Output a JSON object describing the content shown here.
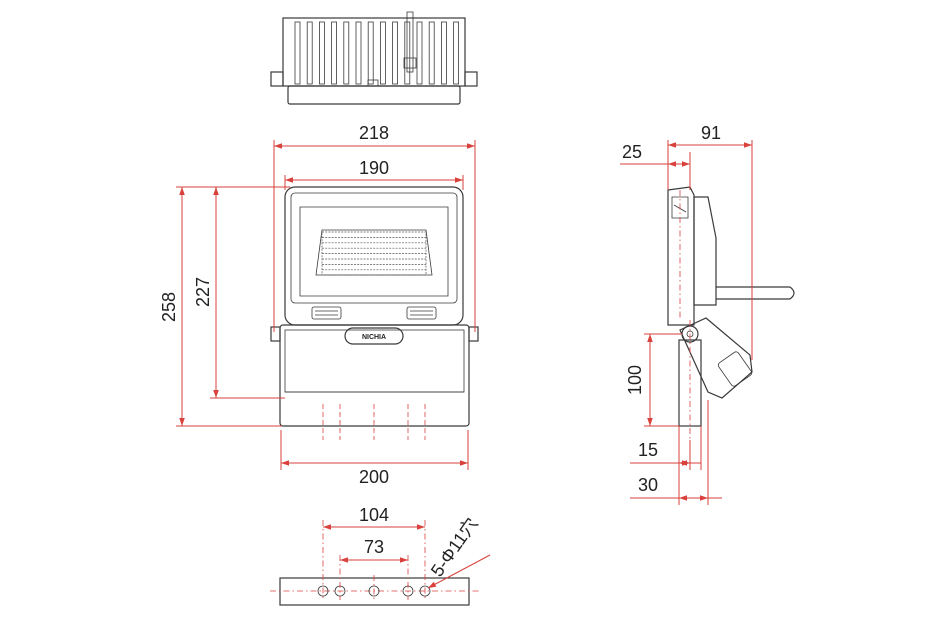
{
  "colors": {
    "dimension": "#d9413c",
    "outline": "#3a3a3a",
    "text": "#222222"
  },
  "front_view": {
    "width_overall": "218",
    "width_body": "190",
    "height_overall": "258",
    "height_body": "227",
    "bracket_width": "200",
    "logo_text": "NICHIA"
  },
  "bracket_view": {
    "hole_spacing_outer": "104",
    "hole_spacing_inner": "73",
    "hole_spec": "5-Φ11穴"
  },
  "side_view": {
    "depth_front": "25",
    "depth_total": "91",
    "bracket_height": "100",
    "bracket_thickness": "15",
    "bracket_offset": "30"
  }
}
